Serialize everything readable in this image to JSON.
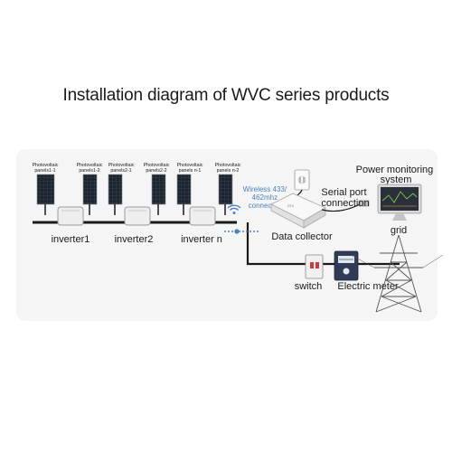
{
  "title": "Installation diagram of WVC series products",
  "panel_labels": [
    [
      "Photovoltaic",
      "panels1-1"
    ],
    [
      "Photovoltaic",
      "panels1-2"
    ],
    [
      "Photovoltaic",
      "panels2-1"
    ],
    [
      "Photovoltaic",
      "panels2-2"
    ],
    [
      "Photovoltaic",
      "panels n-1"
    ],
    [
      "Photovoltaic",
      "panels n-2"
    ]
  ],
  "inverter_labels": [
    "inverter1",
    "inverter2",
    "inverter n"
  ],
  "wireless_label": [
    "Wireless 433/",
    "462mhz",
    "connection"
  ],
  "data_collector": "Data collector",
  "serial_port": [
    "Serial port",
    "connection"
  ],
  "power_monitoring": [
    "Power monitoring",
    "system"
  ],
  "grid": "grid",
  "switch": "switch",
  "electric_meter": "Electric meter",
  "colors": {
    "panel": "#1c2430",
    "cable": "#1a1a1a",
    "wireless": "#4a7fc0",
    "background": "#f5f5f5"
  }
}
